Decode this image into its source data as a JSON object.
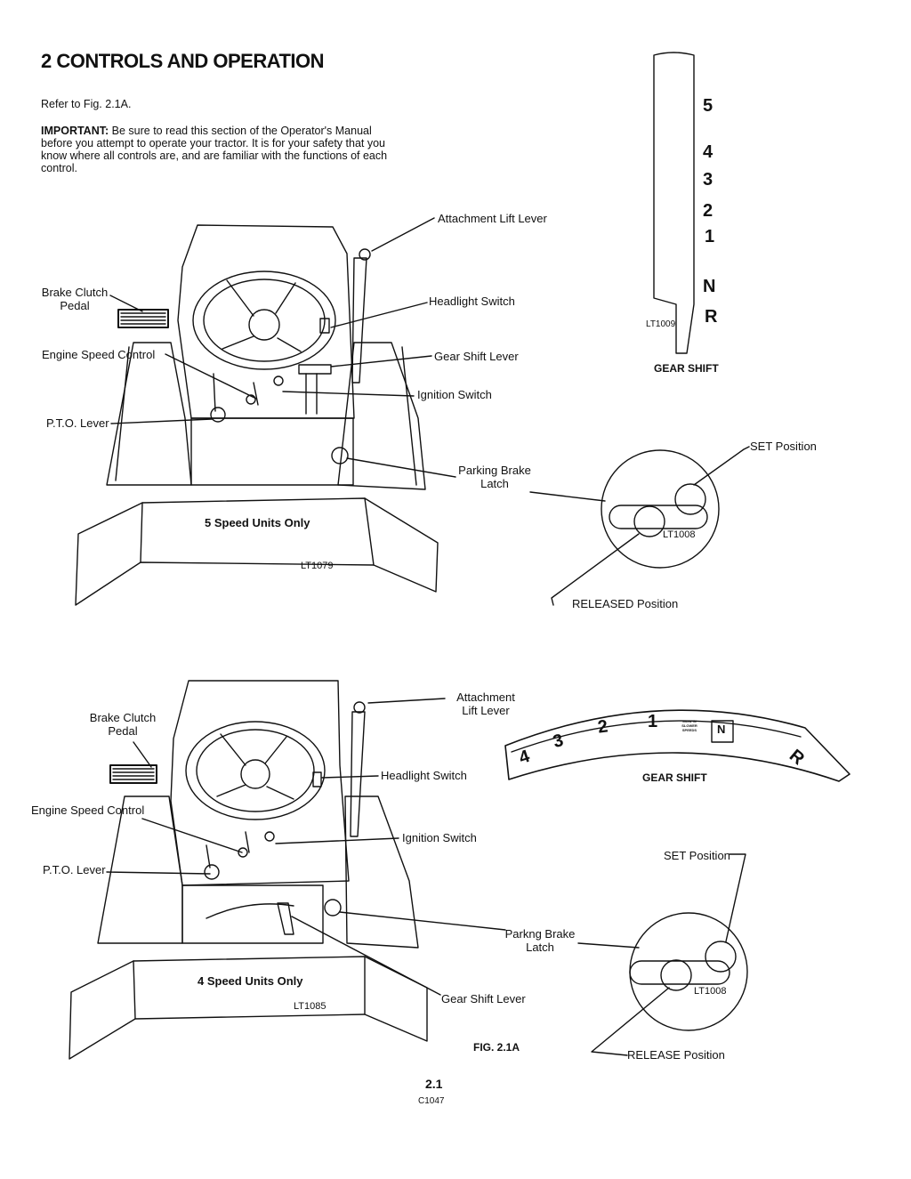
{
  "heading": "2 CONTROLS AND OPERATION",
  "intro": "Refer to Fig. 2.1A.",
  "important_label": "IMPORTANT:",
  "important_text": "Be sure to read this section of the Operator's Manual before you attempt to operate your tractor. It is for your safety that you know where all controls are, and are familiar with the functions of each control.",
  "fig1": {
    "labels": {
      "attachment_lift_lever": "Attachment Lift Lever",
      "brake_clutch_pedal": "Brake Clutch Pedal",
      "headlight_switch": "Headlight Switch",
      "engine_speed_control": "Engine Speed Control",
      "gear_shift_lever": "Gear Shift Lever",
      "ignition_switch": "Ignition Switch",
      "pto_lever": "P.T.O. Lever",
      "parking_brake_latch": "Parking Brake Latch"
    },
    "caption": "5 Speed Units Only",
    "code": "LT1079"
  },
  "gear_shift_vertical": {
    "gears": [
      "5",
      "4",
      "3",
      "2",
      "1",
      "N",
      "R"
    ],
    "code": "LT1009",
    "caption": "GEAR SHIFT"
  },
  "latch1": {
    "set_label": "SET Position",
    "released_label": "RELEASED Position",
    "code": "LT1008"
  },
  "fig2": {
    "labels": {
      "attachment_lift_lever": "Attachment Lift Lever",
      "brake_clutch_pedal": "Brake Clutch Pedal",
      "headlight_switch": "Headlight Switch",
      "engine_speed_control": "Engine Speed Control",
      "ignition_switch": "Ignition Switch",
      "pto_lever": "P.T.O. Lever",
      "parking_brake_latch": "Parkng Brake Latch",
      "gear_shift_lever": "Gear Shift Lever"
    },
    "caption": "4 Speed Units Only",
    "code": "LT1085"
  },
  "gear_shift_arc": {
    "gears": [
      "4",
      "3",
      "2",
      "1",
      "N",
      "R"
    ],
    "note": "MOW IN SLOWER SPEEDS",
    "caption": "GEAR SHIFT"
  },
  "latch2": {
    "set_label": "SET Position",
    "release_label": "RELEASE Position",
    "code": "LT1008"
  },
  "fig_label": "FIG. 2.1A",
  "page_number": "2.1",
  "doc_code": "C1047"
}
